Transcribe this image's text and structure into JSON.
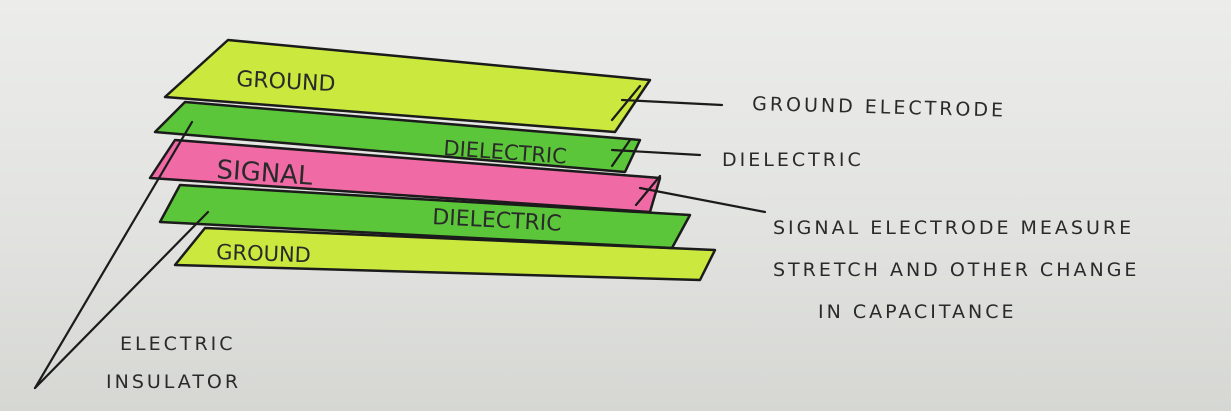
{
  "layers": {
    "ground_top": "GROUND",
    "dielectric_top": "DIELECTRIC",
    "signal": "SIGNAL",
    "dielectric_bottom": "DIELECTRIC",
    "ground_bottom": "GROUND"
  },
  "callouts": {
    "ground_electrode": "GROUND ELECTRODE",
    "dielectric": "DIELECTRIC",
    "signal_line1": "SIGNAL ELECTRODE MEASURE",
    "signal_line2": "STRETCH AND OTHER CHANGE",
    "signal_line3": "IN CAPACITANCE",
    "insulator_line1": "ELECTRIC",
    "insulator_line2": "INSULATOR"
  },
  "colors": {
    "ground": "#cbe83e",
    "dielectric": "#5cc63a",
    "signal": "#f06aa6",
    "ink": "#1b1b1b",
    "paper": "#e6e7e4"
  }
}
